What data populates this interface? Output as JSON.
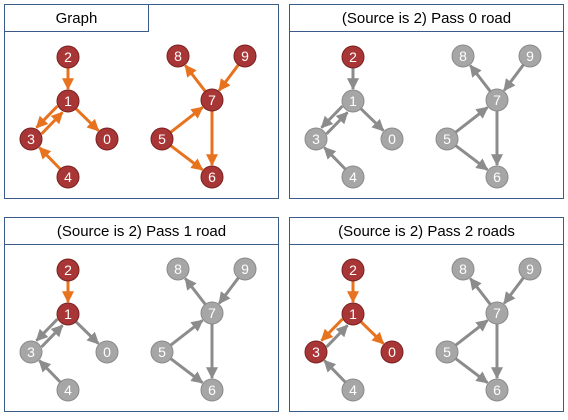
{
  "colors": {
    "active_node": "#a93636",
    "active_edge": "#e8731e",
    "inactive_node": "#a6a6a6",
    "inactive_edge": "#8c8c8c",
    "border": "#3b5b8a"
  },
  "graph": {
    "nodes": [
      "0",
      "1",
      "2",
      "3",
      "4",
      "5",
      "6",
      "7",
      "8",
      "9"
    ],
    "edges": [
      [
        "2",
        "1"
      ],
      [
        "1",
        "3"
      ],
      [
        "3",
        "1"
      ],
      [
        "1",
        "0"
      ],
      [
        "4",
        "3"
      ],
      [
        "9",
        "7"
      ],
      [
        "7",
        "8"
      ],
      [
        "7",
        "6"
      ],
      [
        "5",
        "7"
      ],
      [
        "5",
        "6"
      ]
    ]
  },
  "panels": [
    {
      "title": "Graph",
      "active_nodes": [
        "0",
        "1",
        "2",
        "3",
        "4",
        "5",
        "6",
        "7",
        "8",
        "9"
      ],
      "active_edges": [
        [
          "2",
          "1"
        ],
        [
          "1",
          "3"
        ],
        [
          "3",
          "1"
        ],
        [
          "1",
          "0"
        ],
        [
          "4",
          "3"
        ],
        [
          "9",
          "7"
        ],
        [
          "7",
          "8"
        ],
        [
          "7",
          "6"
        ],
        [
          "5",
          "7"
        ],
        [
          "5",
          "6"
        ]
      ]
    },
    {
      "title": "(Source is 2) Pass 0 road",
      "active_nodes": [
        "2"
      ],
      "active_edges": []
    },
    {
      "title": "(Source is 2) Pass 1 road",
      "active_nodes": [
        "2",
        "1"
      ],
      "active_edges": [
        [
          "2",
          "1"
        ]
      ]
    },
    {
      "title": "(Source is 2) Pass 2 roads",
      "active_nodes": [
        "2",
        "1",
        "3",
        "0"
      ],
      "active_edges": [
        [
          "2",
          "1"
        ],
        [
          "1",
          "3"
        ],
        [
          "1",
          "0"
        ]
      ]
    }
  ]
}
